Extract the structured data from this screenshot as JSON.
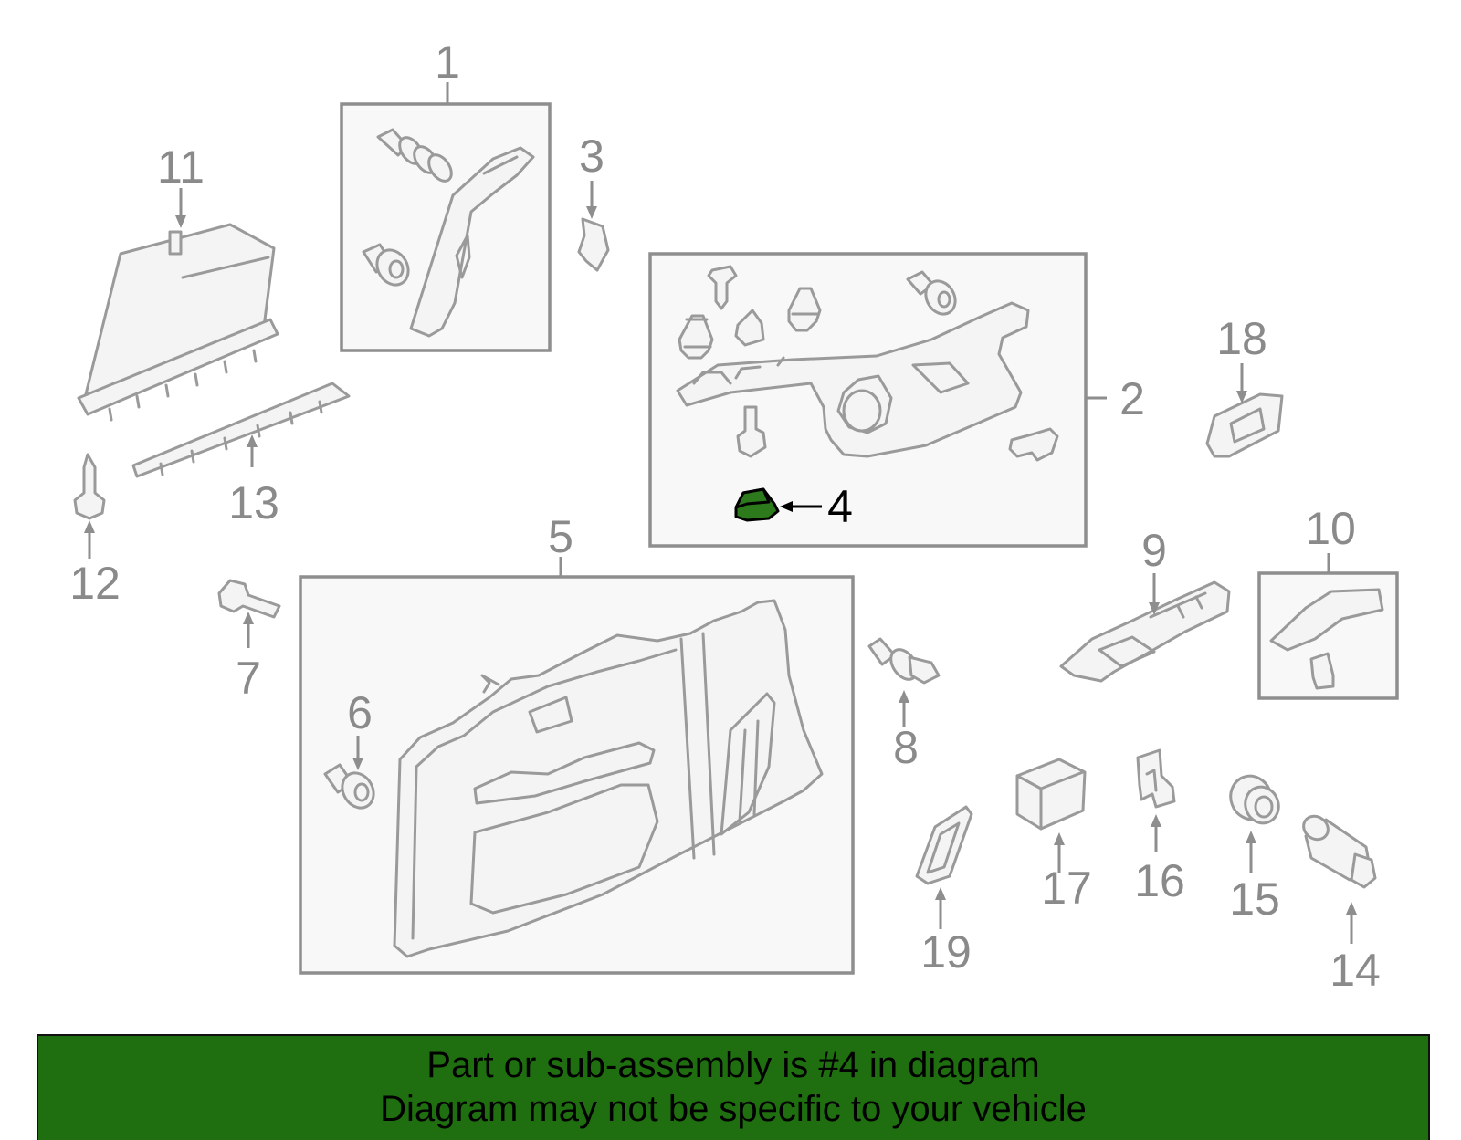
{
  "callouts": {
    "c1": "1",
    "c2": "2",
    "c3": "3",
    "c4": "4",
    "c5": "5",
    "c6": "6",
    "c7": "7",
    "c8": "8",
    "c9": "9",
    "c10": "10",
    "c11": "11",
    "c12": "12",
    "c13": "13",
    "c14": "14",
    "c15": "15",
    "c16": "16",
    "c17": "17",
    "c18": "18",
    "c19": "19"
  },
  "highlighted_part": "4",
  "colors": {
    "highlight_fill": "#2c7a1c",
    "footer_background": "#1f6f10",
    "part_stroke": "#9a9a9a",
    "callout_text": "#8a8a8a"
  },
  "footer": {
    "line1": "Part or sub-assembly is #4 in diagram",
    "line2": "Diagram may not be specific to your vehicle"
  }
}
